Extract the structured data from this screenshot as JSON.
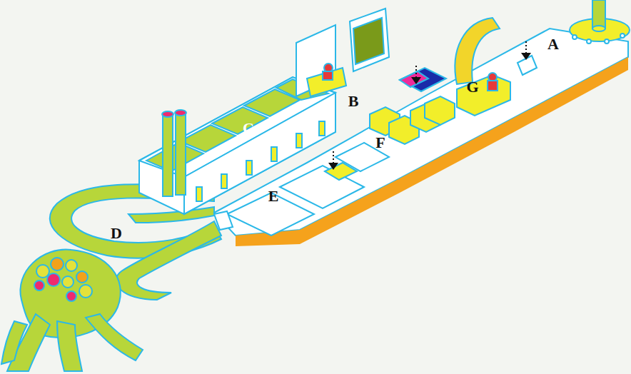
{
  "diagram": {
    "labels": [
      "A",
      "B",
      "G",
      "C",
      "F",
      "E",
      "D"
    ]
  }
}
